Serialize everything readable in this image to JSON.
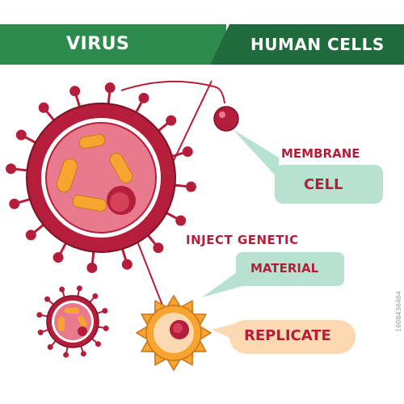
{
  "header": {
    "left_title": "VIRUS",
    "right_title": "HUMAN CELLS"
  },
  "labels": {
    "membrane": "MEMBRANE",
    "cell": "CELL",
    "inject": "INJECT GENETIC",
    "material": "MATERIAL",
    "replicate": "REPLICATE"
  },
  "stock_id": "1608436464",
  "colors": {
    "banner_green": "#2e8b4e",
    "banner_dark_green": "#1f6b3b",
    "virus_red": "#b51e3a",
    "virus_pink": "#e97a8d",
    "mint_box": "#b7e2cf",
    "peach_box": "#fcd9b0",
    "cell_orange": "#f7a430"
  }
}
